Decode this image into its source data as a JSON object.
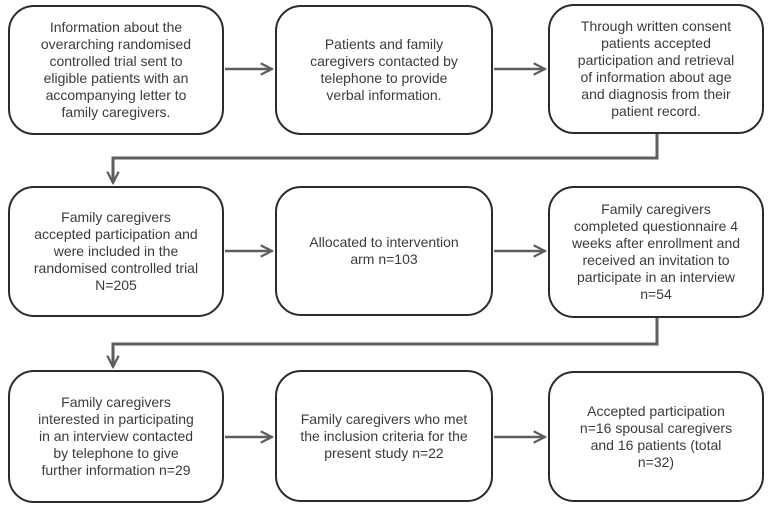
{
  "colors": {
    "background": "#ffffff",
    "box_fill": "#ffffff",
    "box_border": "#2b2b2b",
    "arrow": "#5e5e5e",
    "text": "#3b3b3b"
  },
  "flowchart": {
    "description": "Study enrollment flow diagram, 3 rows of 3 boxes connected by arrows",
    "boxes": [
      {
        "id": "trial-information-letter",
        "text": "Information about the\noverarching randomised\ncontrolled trial sent to\neligible patients with an\naccompanying letter to\nfamily caregivers."
      },
      {
        "id": "telephone-verbal-information",
        "text": "Patients and family\ncaregivers contacted by\ntelephone to provide\nverbal information."
      },
      {
        "id": "written-consent",
        "text": "Through written consent\npatients accepted\nparticipation and retrieval\nof information about age\nand diagnosis from their\npatient record."
      },
      {
        "id": "included-rct-n205",
        "text": "Family caregivers\naccepted participation and\nwere included in the\nrandomised controlled trial\nN=205"
      },
      {
        "id": "intervention-arm-n103",
        "text": "Allocated to intervention\narm n=103"
      },
      {
        "id": "questionnaire-interview-invitation-n54",
        "text": "Family caregivers\ncompleted questionnaire 4\nweeks after enrollment and\nreceived an invitation to\nparticipate in an interview\nn=54"
      },
      {
        "id": "interview-interest-n29",
        "text": "Family caregivers\ninterested in participating\nin an interview contacted\nby telephone to give\nfurther information n=29"
      },
      {
        "id": "inclusion-criteria-n22",
        "text": "Family caregivers who met\nthe inclusion criteria for the\npresent study n=22"
      },
      {
        "id": "accepted-participation-n32",
        "text": "Accepted participation\nn=16 spousal caregivers\nand 16 patients (total\nn=32)"
      }
    ]
  }
}
